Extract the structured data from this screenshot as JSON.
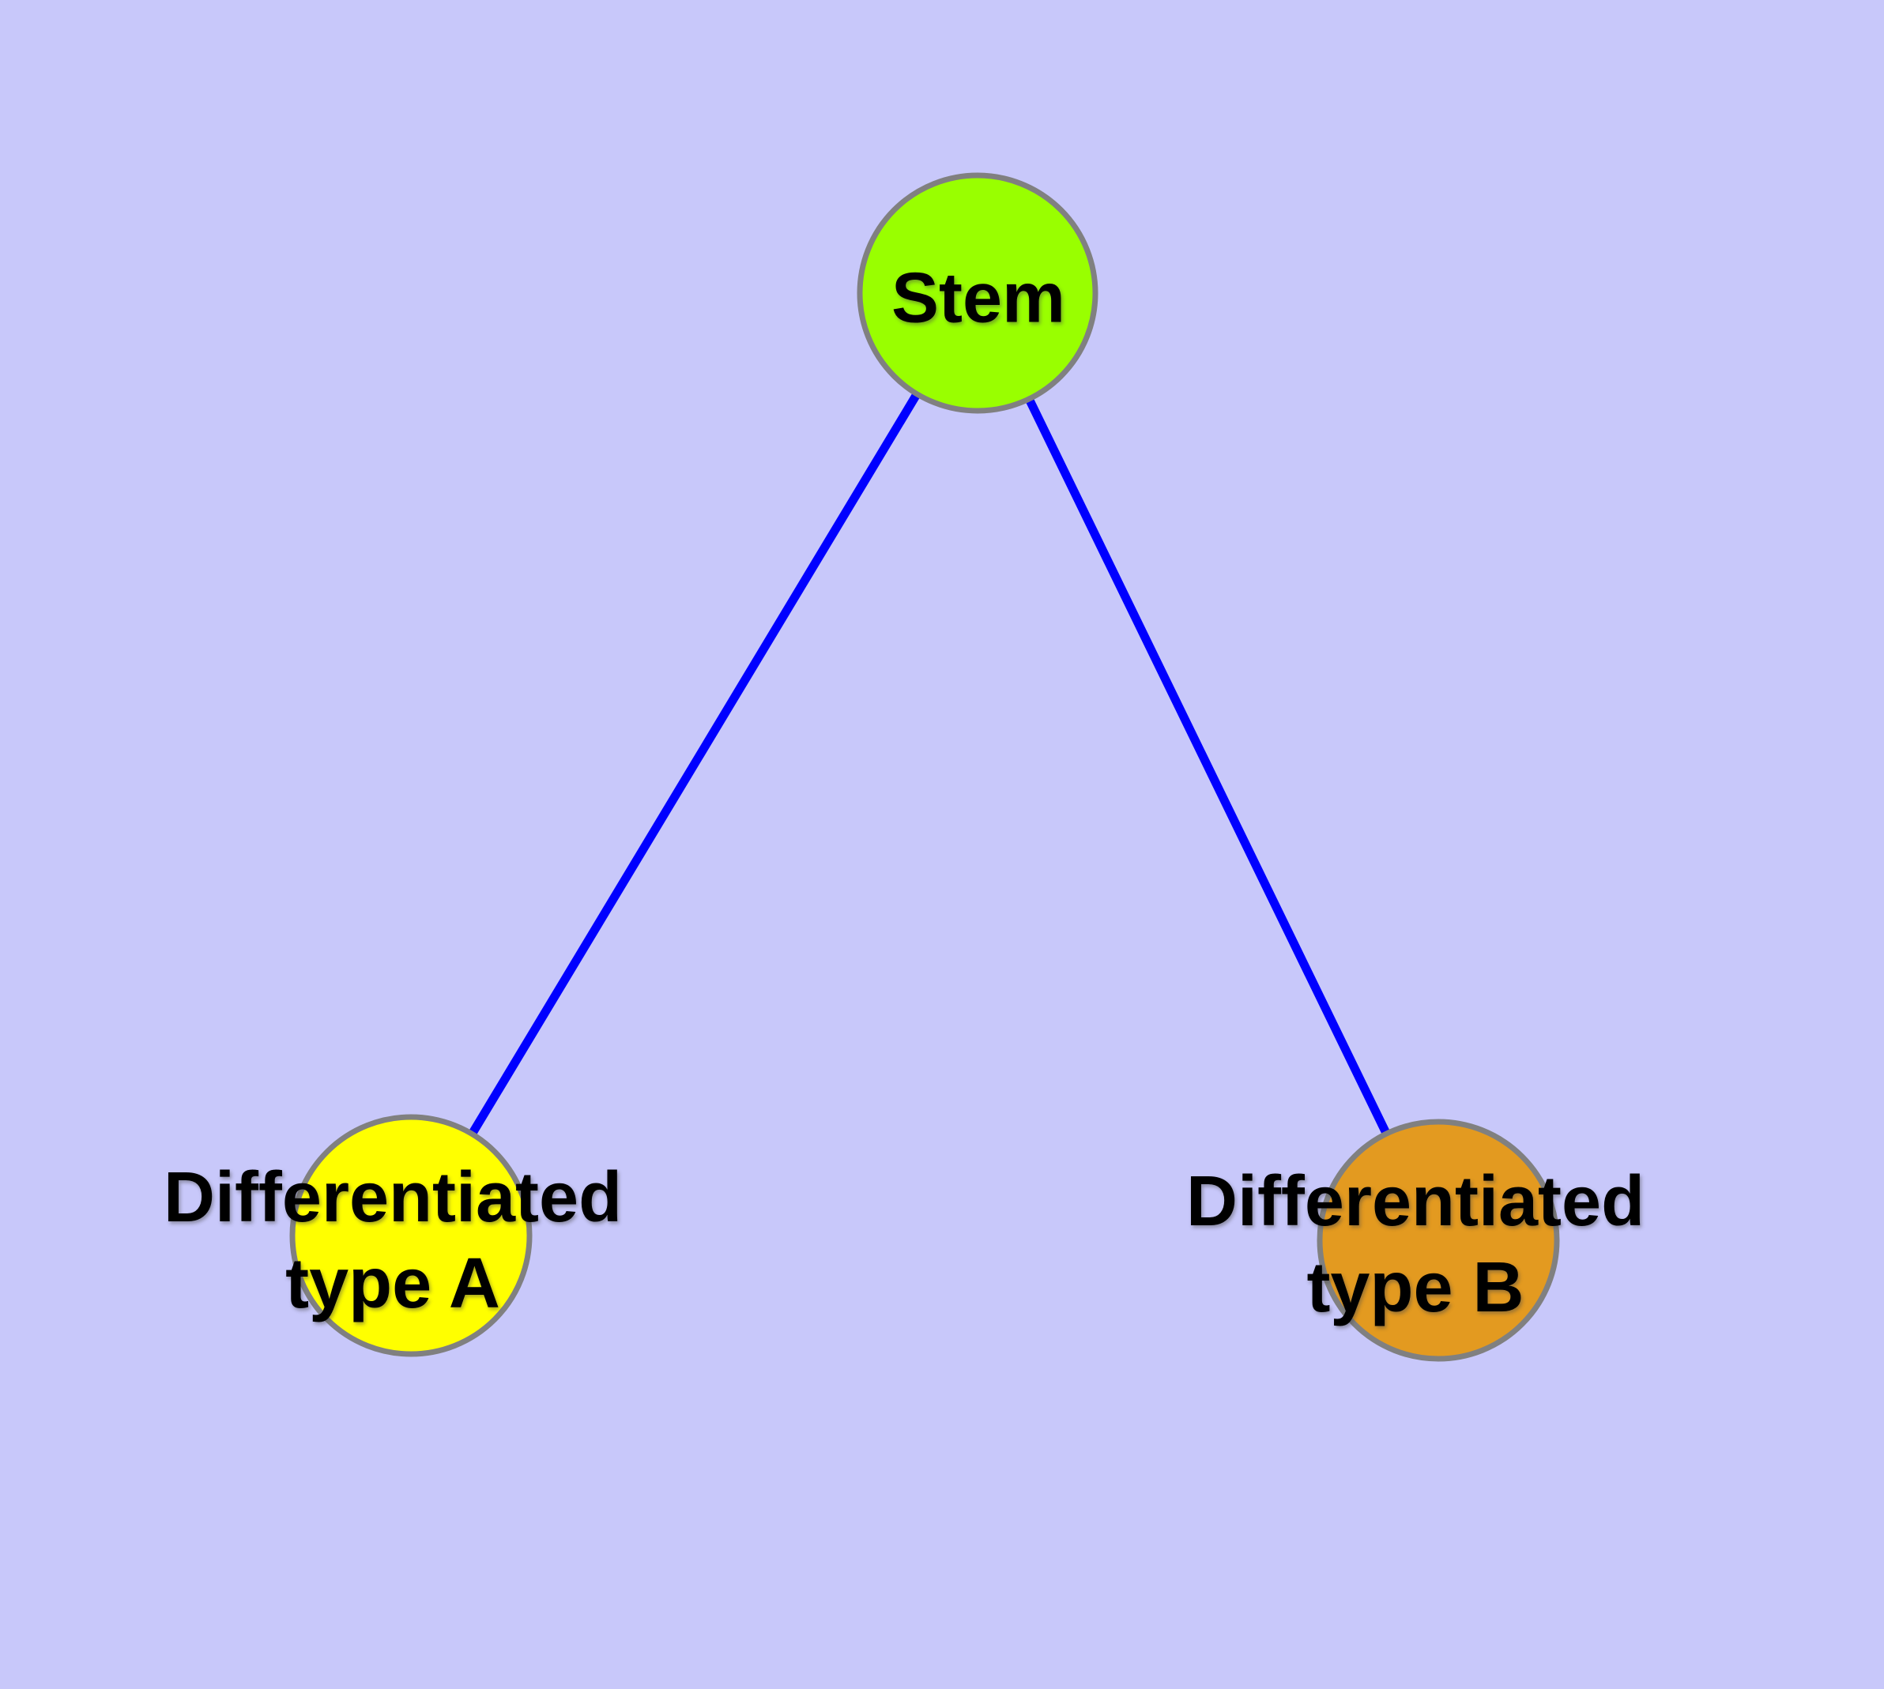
{
  "diagram": {
    "type": "node-link-graph",
    "background_color": "#C8C8FA",
    "edge_color": "#0000FF",
    "node_border_color": "#808080",
    "label_color": "#000000",
    "nodes": [
      {
        "id": "stem",
        "label_lines": [
          "Stem"
        ],
        "fill": "#99FF00"
      },
      {
        "id": "differentiated-type-a",
        "label_lines": [
          "Differentiated",
          "type A"
        ],
        "fill": "#FFFF00"
      },
      {
        "id": "differentiated-type-b",
        "label_lines": [
          "Differentiated",
          "type B"
        ],
        "fill": "#E39A20"
      }
    ],
    "edges": [
      {
        "from": "Stem",
        "to": "Differentiated type A"
      },
      {
        "from": "Stem",
        "to": "Differentiated type B"
      }
    ]
  }
}
